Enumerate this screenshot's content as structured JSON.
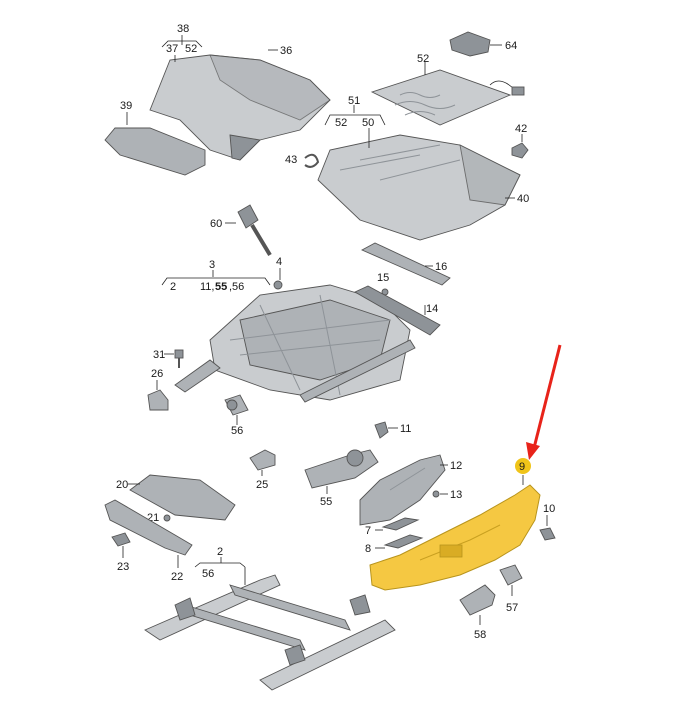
{
  "callouts": {
    "p38": "38",
    "p37": "37",
    "p52a": "52",
    "p36": "36",
    "p52b": "52",
    "p64": "64",
    "p39": "39",
    "p51": "51",
    "p52c": "52",
    "p50": "50",
    "p42": "42",
    "p43": "43",
    "p40": "40",
    "p60": "60",
    "p3": "3",
    "p2a": "2",
    "p11_55_56_a": "11,",
    "p55b": "55",
    "p56a": ",56",
    "p4": "4",
    "p16": "16",
    "p15": "15",
    "p14": "14",
    "p31": "31",
    "p26": "26",
    "p56b": "56",
    "p11": "11",
    "p12": "12",
    "p13": "13",
    "p25": "25",
    "p55": "55",
    "p9": "9",
    "p20": "20",
    "p21": "21",
    "p7": "7",
    "p8": "8",
    "p10": "10",
    "p23": "23",
    "p22": "22",
    "p2b": "2",
    "p56c": "56",
    "p57": "57",
    "p58": "58"
  },
  "colors": {
    "highlight_part": "#f5c842",
    "highlight_badge": "#f0c419",
    "arrow": "#e8231a",
    "part_grey": "#c9cccf"
  },
  "highlighted_part": "9"
}
